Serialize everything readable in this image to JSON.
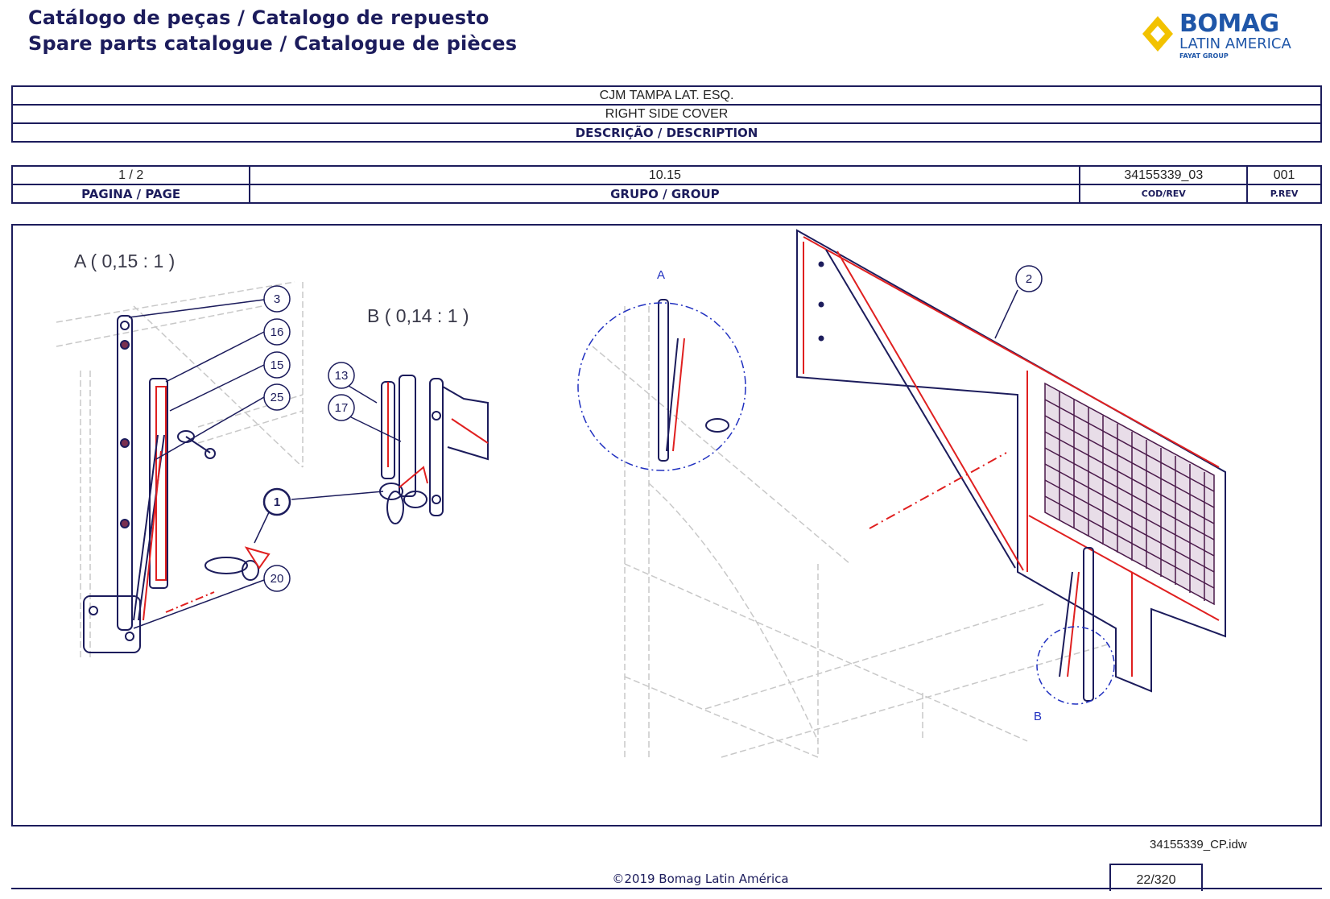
{
  "header": {
    "title_line1": "Catálogo de peças / Catalogo de repuesto",
    "title_line2": "Spare parts catalogue / Catalogue de pièces",
    "logo_brand": "BOMAG",
    "logo_sub": "LATIN AMERICA",
    "logo_group": "FAYAT GROUP"
  },
  "description": {
    "line_pt": "CJM TAMPA LAT. ESQ.",
    "line_en": "RIGHT SIDE COVER",
    "label": "DESCRIÇÃO / DESCRIPTION"
  },
  "info": {
    "page_value": "1  / 2",
    "page_label": "PAGINA / PAGE",
    "group_value": "10.15",
    "group_label": "GRUPO / GROUP",
    "cod_value": "34155339_03",
    "cod_label": "COD/REV",
    "prev_value": "001",
    "prev_label": "P.REV"
  },
  "drawing": {
    "detail_a_title": "A ( 0,15 : 1 )",
    "detail_b_title": "B ( 0,14 : 1 )",
    "callouts": [
      "3",
      "16",
      "15",
      "25",
      "13",
      "17",
      "1",
      "20",
      "2"
    ],
    "view_label_a": "A",
    "view_label_b": "B",
    "colors": {
      "outline": "#1c1c5c",
      "accent": "#e02020",
      "ghost": "#c8c8c8",
      "view_circle": "#2030c0"
    }
  },
  "footer": {
    "filename": "34155339_CP.idw",
    "copyright": "©2019 Bomag Latin América",
    "page_number": "22/320"
  }
}
